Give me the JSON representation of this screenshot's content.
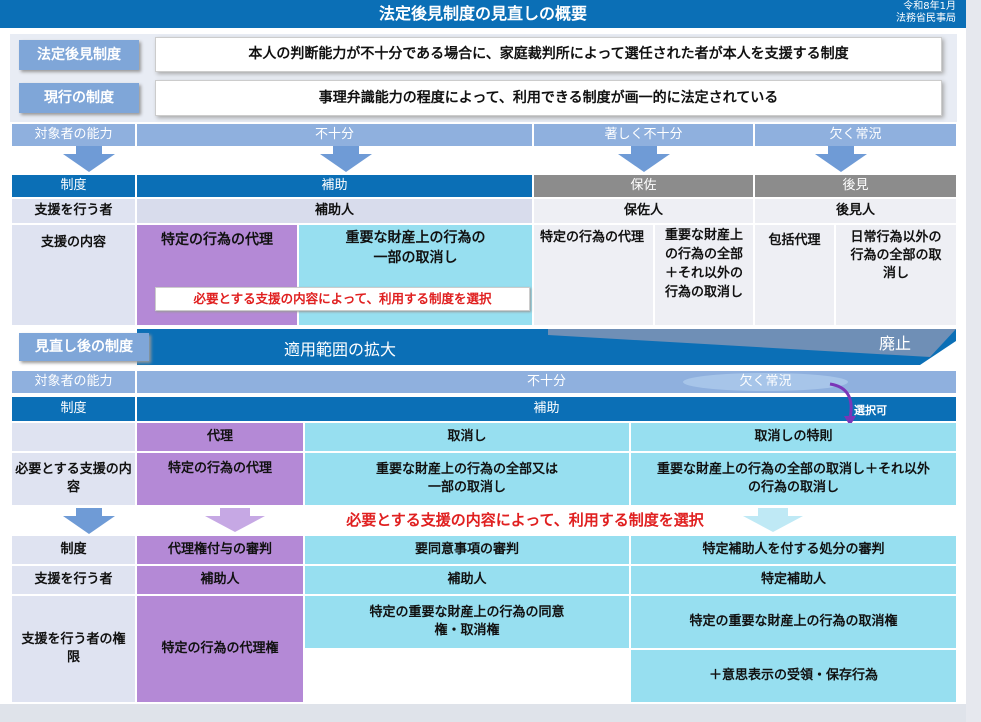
{
  "header": {
    "title": "法定後見制度の見直しの概要",
    "date": "令和8年1月",
    "ministry": "法務省民事局"
  },
  "intro": [
    {
      "label": "法定後見制度",
      "text": "本人の判断能力が不十分である場合に、家庭裁判所によって選任された者が本人を支援する制度"
    },
    {
      "label": "現行の制度",
      "text": "事理弁識能力の程度によって、利用できる制度が画一的に法定されている"
    }
  ],
  "current": {
    "ability_label": "対象者の能力",
    "abilities": [
      "不十分",
      "著しく不十分",
      "欠く常況"
    ],
    "system_label": "制度",
    "systems": [
      "補助",
      "保佐",
      "後見"
    ],
    "supporter_label": "支援を行う者",
    "supporters": [
      "補助人",
      "保佐人",
      "後見人"
    ],
    "content_label": "支援の内容",
    "contents": [
      "特定の行為の代理",
      "重要な財産上の行為の一部の取消し",
      "特定の行為の代理",
      "重要な財産上の行為の全部＋それ以外の行為の取消し",
      "包括代理",
      "日常行為以外の行為の全部の取消し"
    ],
    "choice_note": "必要とする支援の内容によって、利用する制度を選択"
  },
  "reviewed": {
    "label": "見直し後の制度",
    "banner": "適用範囲の拡大",
    "abolished": "廃止",
    "ability_label": "対象者の能力",
    "ability": "不十分",
    "ability_oval": "欠く常況",
    "system_label": "制度",
    "system": "補助",
    "selectable": "選択可",
    "types": [
      "代理",
      "取消し",
      "取消しの特則"
    ],
    "need_label": "必要とする支援の内容",
    "needs": [
      "特定の行為の代理",
      "重要な財産上の行為の全部又は一部の取消し",
      "重要な財産上の行為の全部の取消し＋それ以外の行為の取消し"
    ],
    "choice_note": "必要とする支援の内容によって、利用する制度を選択",
    "adjudication_label": "制度",
    "adjudications": [
      "代理権付与の審判",
      "要同意事項の審判",
      "特定補助人を付する処分の審判"
    ],
    "supporter_label": "支援を行う者",
    "supporters": [
      "補助人",
      "補助人",
      "特定補助人"
    ],
    "authority_label": "支援を行う者の権限",
    "authorities": [
      "特定の行為の代理権",
      "特定の重要な財産上の行為の同意権・取消権",
      "特定の重要な財産上の行為の取消権",
      "＋意思表示の受領・保存行為"
    ]
  }
}
